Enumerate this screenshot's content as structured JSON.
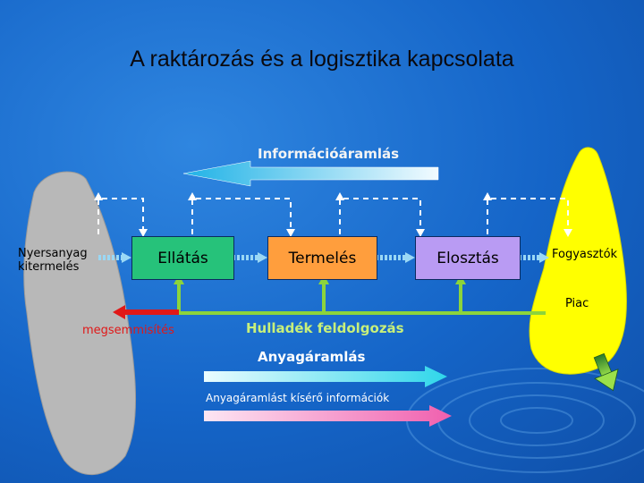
{
  "title": "A raktározás és a logisztika kapcsolata",
  "info_flow": "Információáramlás",
  "left_blob": {
    "line1": "Nyersanyag",
    "line2": "kitermelés"
  },
  "boxes": {
    "ellatas": "Ellátás",
    "termeles": "Termelés",
    "elosztas": "Elosztás"
  },
  "consumers": "Fogyasztók",
  "market": "Piac",
  "destruction": "megsemmisítés",
  "waste": "Hulladék feldolgozás",
  "material_flow": "Anyagáramlás",
  "material_info": "Anyagáramlást kísérő információk",
  "colors": {
    "background": "#1565c8",
    "stone": "#b8b8b8",
    "consumer_blob": "#ffff00",
    "ellatas": "#26c27a",
    "termeles": "#ff9e3d",
    "elosztas": "#b99bf3",
    "green_line": "#8cd43c",
    "red_arrow": "#e01818",
    "cyan_arrow": "#4fe3f0",
    "pink_arrow": "#f47cc0"
  }
}
